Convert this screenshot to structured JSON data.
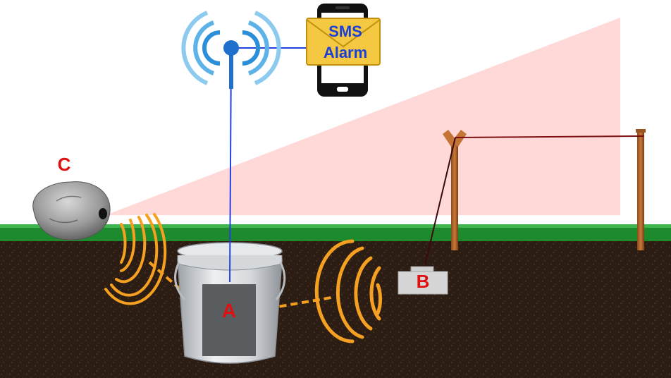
{
  "labels": {
    "a": "A",
    "b": "B",
    "c": "C"
  },
  "phone": {
    "sms_line1": "SMS",
    "sms_line2": "Alarm"
  },
  "colors": {
    "label_red": "#e01010",
    "sms_text": "#1a3fd6",
    "envelope": "#f5c842",
    "signal_blue": "#2a8fd8",
    "signal_orange": "#f5a020",
    "ground": "#2b1d14",
    "grass": "#1e8a2e",
    "beam": "#ffd6d6",
    "wire_blue": "#2340e0",
    "tripwire": "#7a1010"
  },
  "icons": [
    "wifi-tower-icon",
    "smartphone-icon",
    "envelope-icon",
    "bucket-icon",
    "rock-camera-icon",
    "sensor-box-icon",
    "fence-post-icon"
  ]
}
